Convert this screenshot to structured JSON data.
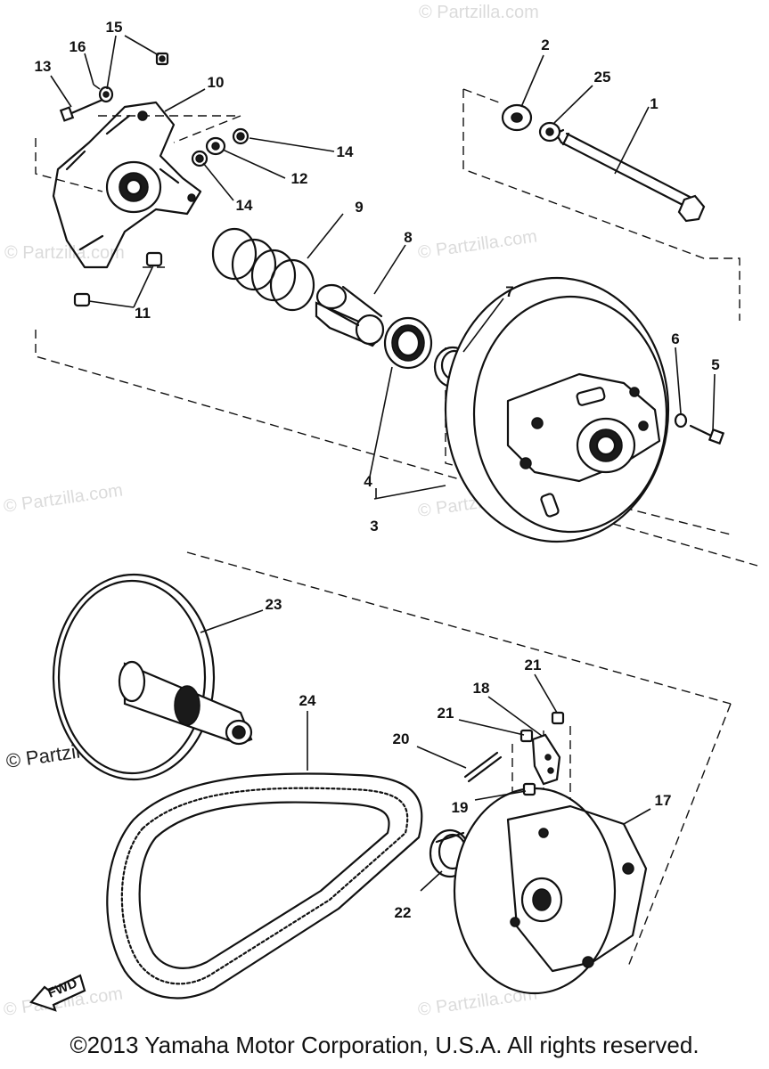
{
  "labels": {
    "n1": "1",
    "n2": "2",
    "n3": "3",
    "n4": "4",
    "n5": "5",
    "n6": "6",
    "n7": "7",
    "n8": "8",
    "n9": "9",
    "n10": "10",
    "n11": "11",
    "n12": "12",
    "n13": "13",
    "n14a": "14",
    "n14b": "14",
    "n15": "15",
    "n16": "16",
    "n17": "17",
    "n18": "18",
    "n19": "19",
    "n20": "20",
    "n21a": "21",
    "n21b": "21",
    "n22": "22",
    "n23": "23",
    "n24": "24",
    "n25": "25"
  },
  "watermarks": {
    "w1": "© Partzilla.com",
    "w2": "© Partzilla.com",
    "w3": "© Partzilla.com",
    "w4": "© Partzilla.com",
    "w5": "© Partzilla.com",
    "w6": "© Partzilla.com",
    "w7": "© Partzilla.com",
    "main": "© Partzilla.com"
  },
  "fwd_label": "FWD",
  "footer": "©2013 Yamaha Motor Corporation, U.S.A. All rights reserved."
}
